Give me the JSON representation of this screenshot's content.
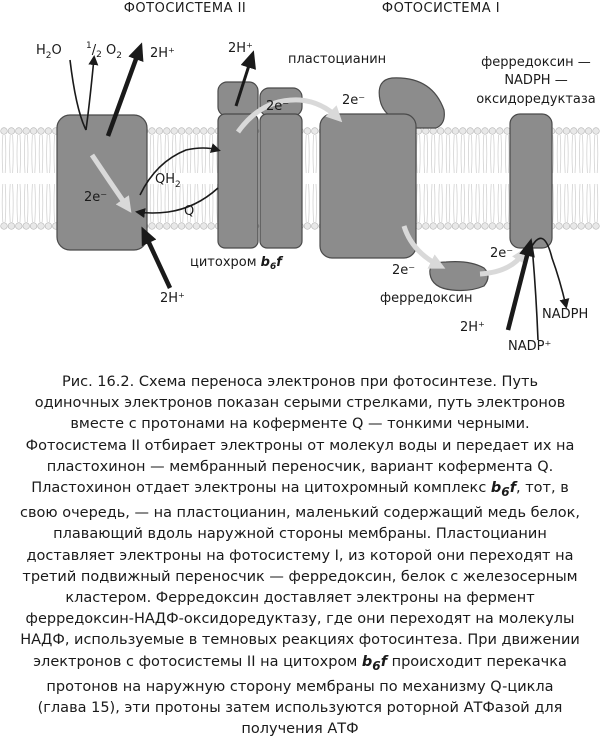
{
  "diagram": {
    "header_ps2": "ФОТОСИСТЕМА II",
    "header_ps1": "ФОТОСИСТЕМА I",
    "water": "H",
    "water_sub": "2",
    "water_o": "O",
    "half_num": "1",
    "half_den": "2",
    "oxygen": "O",
    "oxygen_sub": "2",
    "proton_out_ps2": "2H⁺",
    "proton_out_b6f": "2H⁺",
    "plastocyanin": "пластоцианин",
    "fnr_line1": "ферредоксин —",
    "fnr_line2": "NADPH —",
    "fnr_line3": "оксидоредуктаза",
    "e_b6f": "2e⁻",
    "e_pc": "2e⁻",
    "e_ps2": "2e⁻",
    "qh2": "QH",
    "qh2_sub": "2",
    "q": "Q",
    "cytochrome": "цитохром ",
    "cytochrome_b": "b",
    "cytochrome_sub": "6",
    "cytochrome_f": "f",
    "proton_in_ps2": "2H⁺",
    "e_fd": "2e⁻",
    "e_fnr": "2e⁻",
    "ferredoxin": "ферредоксин",
    "nadph": "NADPH",
    "proton_in_fnr": "2H⁺",
    "nadp": "NADP⁺"
  },
  "caption": {
    "fig_number": "Рис. 16.2.",
    "part1": " Схема переноса электронов при фотосинтезе. Путь одиночных электронов показан серыми стрелками, путь электронов вместе с протонами на коферменте Q — тонкими черными. Фотосистема II отбирает электроны от молекул воды и передает их на пластохинон — мембранный переносчик, вариант кофермента Q. Пластохинон отдает электроны на цитохромный комплекс ",
    "b6f_b": "b",
    "b6f_sub": "6",
    "b6f_f": "f",
    "part2": ", тот, в свою очередь, — на пластоцианин, маленький содержащий медь белок, плавающий вдоль наружной стороны мембраны. Пластоцианин доставляет электроны на фотосистему I, из которой они переходят на третий подвижный переносчик — ферредоксин, белок с железосерным кластером. Ферредоксин доставляет электроны на фермент ферредоксин-НАДФ-оксидоредуктазу, где они переходят на молекулы НАДФ, используемые в темновых реакциях фотосинтеза. При движении электронов с фотосистемы II на цитохром ",
    "b6f2_b": "b",
    "b6f2_sub": "6",
    "b6f2_f": "f",
    "part3": " происходит перекачка протонов на наружную сторону мембраны по механизму Q-цикла (глава 15), эти протоны затем используются роторной АТФазой для получения АТФ"
  }
}
